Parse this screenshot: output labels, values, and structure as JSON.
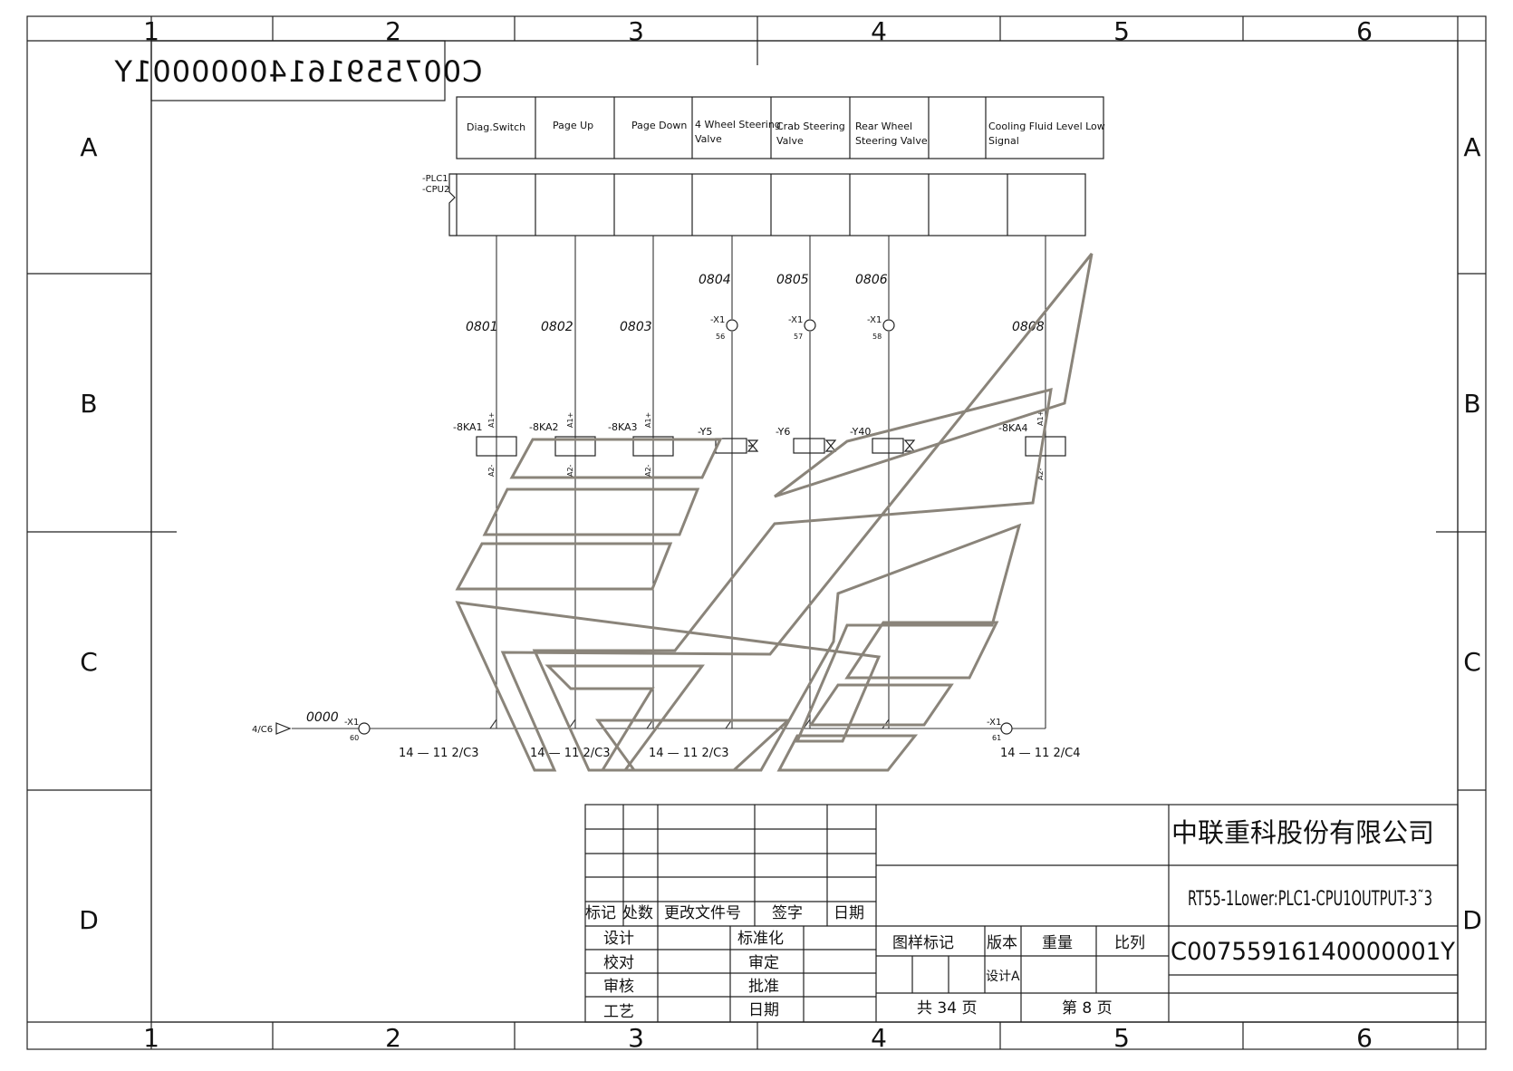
{
  "zone_columns": [
    "1",
    "2",
    "3",
    "4",
    "5",
    "6"
  ],
  "zone_rows": [
    "A",
    "B",
    "C",
    "D"
  ],
  "drawing_id_mirrored": "C00755916140000001Y",
  "headers": [
    "Diag.Switch",
    "Page Up",
    "Page Down",
    "4 Wheel Steering\nValve",
    "Crab Steering\nValve",
    "Rear Wheel\nSteering Valve",
    "",
    "Cooling Fluid Level Low\nSignal"
  ],
  "plc_label": {
    "line1": "-PLC1",
    "line2": "-CPU2"
  },
  "wire_numbers": [
    "0801",
    "0802",
    "0803",
    "0804",
    "0805",
    "0806",
    "",
    "0808"
  ],
  "terminals": [
    {
      "name": "-X1",
      "num": "56"
    },
    {
      "name": "-X1",
      "num": "57"
    },
    {
      "name": "-X1",
      "num": "58"
    }
  ],
  "devices": [
    "-8KA1",
    "-8KA2",
    "-8KA3",
    "-Y5",
    "-Y6",
    "-Y40",
    "",
    "-8KA4"
  ],
  "coil_pins": {
    "top": "A1+",
    "bottom": "A2-"
  },
  "bus": {
    "source_ref": "4/C6",
    "wire": "0000",
    "left_terminal": {
      "name": "-X1",
      "num": "60"
    },
    "right_terminal": {
      "name": "-X1",
      "num": "61"
    }
  },
  "cross_refs": [
    "14 — 11 2/C3",
    "14 — 11 2/C3",
    "14 — 11 2/C3",
    "14 — 11 2/C4"
  ],
  "title_block": {
    "company": "中联重科股份有限公司",
    "drawing_title": "RT55-1Lower:PLC1-CPU1OUTPUT-3˜3",
    "drawing_number": "C00755916140000001Y",
    "rev_headers": [
      "标记",
      "处数",
      "更改文件号",
      "签字",
      "日期"
    ],
    "roles": [
      "设计",
      "校对",
      "审核",
      "工艺"
    ],
    "roles2": [
      "标准化",
      "审定",
      "批准",
      "日期"
    ],
    "meta_headers": [
      "图样标记",
      "版本",
      "重量",
      "比列"
    ],
    "version": "设计A",
    "total_pages": "共 34 页",
    "page": "第 8 页"
  },
  "colors": {
    "logo_stroke": "#8a847a",
    "line": "#222222"
  }
}
